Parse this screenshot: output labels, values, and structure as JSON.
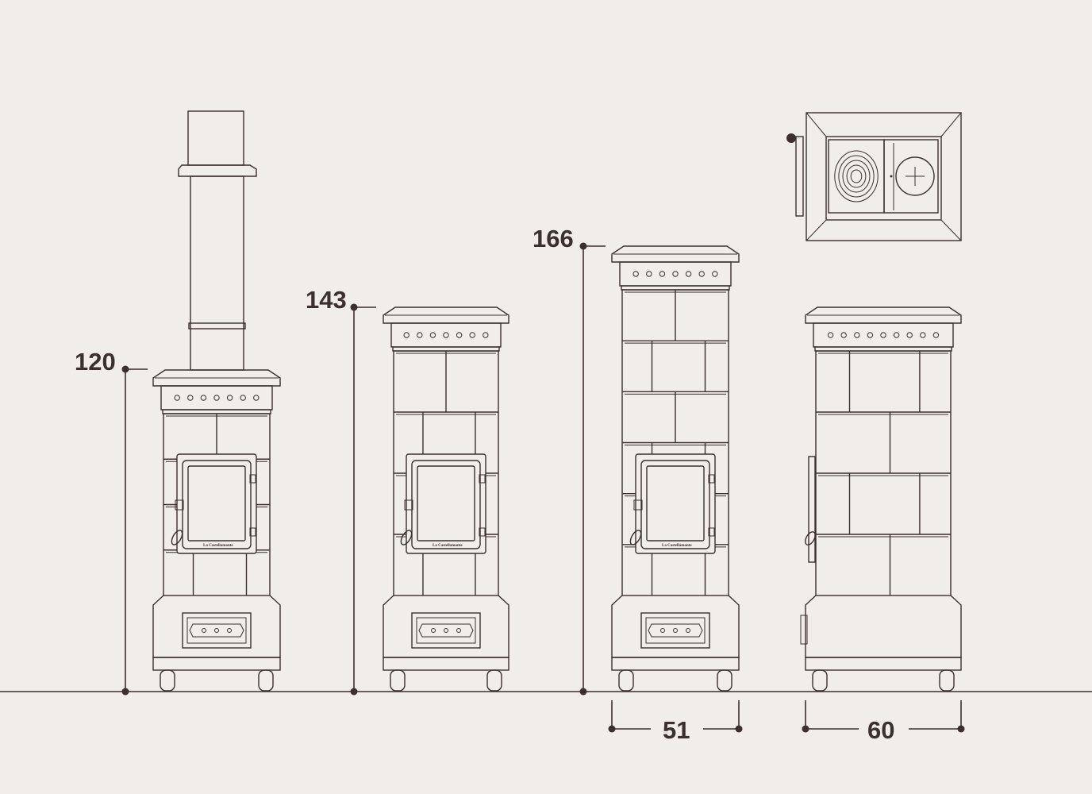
{
  "dimensions": {
    "height_1": "120",
    "height_2": "143",
    "height_3": "166",
    "depth": "51",
    "width": "60"
  },
  "door_brand": "La Castellamonte",
  "colors": {
    "background": "#f1edea",
    "line": "#3b302e"
  }
}
